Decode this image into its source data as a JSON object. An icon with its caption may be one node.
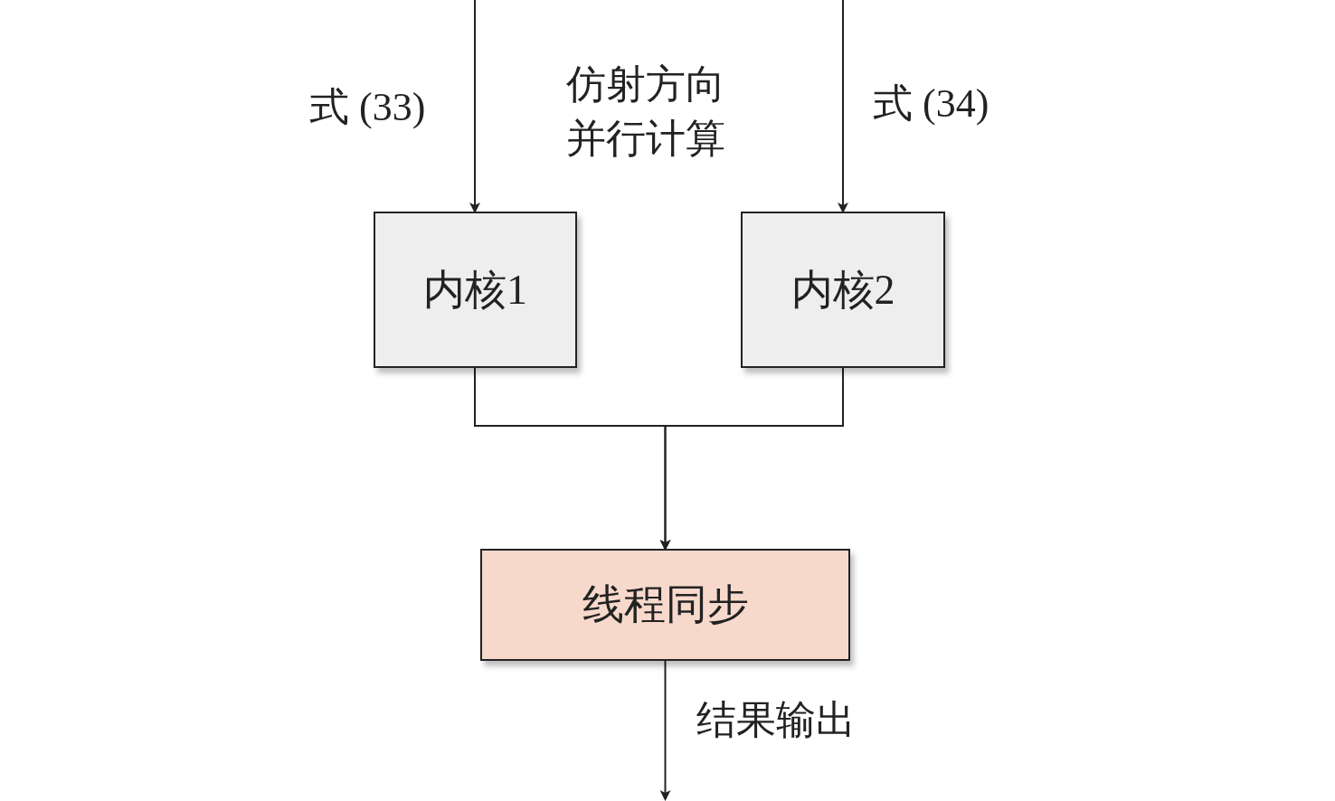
{
  "diagram": {
    "nodes": [
      {
        "text": [
          "内核1"
        ]
      },
      {
        "text": [
          "内核2"
        ]
      },
      {
        "text": [
          "线程同步"
        ]
      }
    ],
    "edges": [
      {
        "from": null,
        "to": 0,
        "arrow": "to",
        "label": "式 (33)"
      },
      {
        "from": null,
        "to": 1,
        "arrow": "to",
        "label": "式 (34)"
      },
      {
        "from": 0,
        "to": 2,
        "arrow": "to"
      },
      {
        "from": 1,
        "to": 2,
        "arrow": "to"
      },
      {
        "from": 2,
        "to": null,
        "arrow": "to",
        "label": "结果输出"
      }
    ],
    "labels": [
      "仿射方向并行计算"
    ]
  }
}
